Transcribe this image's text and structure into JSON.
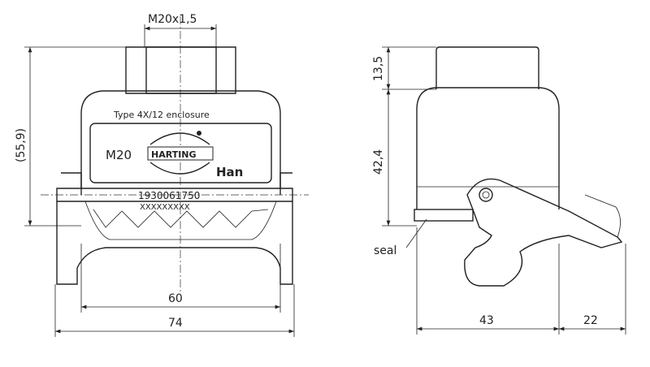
{
  "front_view": {
    "thread_label": "M20x1,5",
    "height_label": "(55,9)",
    "enclosure_text": "Type 4X/12 enclosure",
    "size_label": "M20",
    "brand": "HARTING",
    "series": "Han",
    "part_number": "1930061750",
    "code_mark": "XXXXXXXXX",
    "inner_width_label": "60",
    "outer_width_label": "74"
  },
  "side_view": {
    "gland_height_label": "13,5",
    "body_height_label": "42,4",
    "seal_label": "seal",
    "body_depth_label": "43",
    "latch_depth_label": "22"
  }
}
